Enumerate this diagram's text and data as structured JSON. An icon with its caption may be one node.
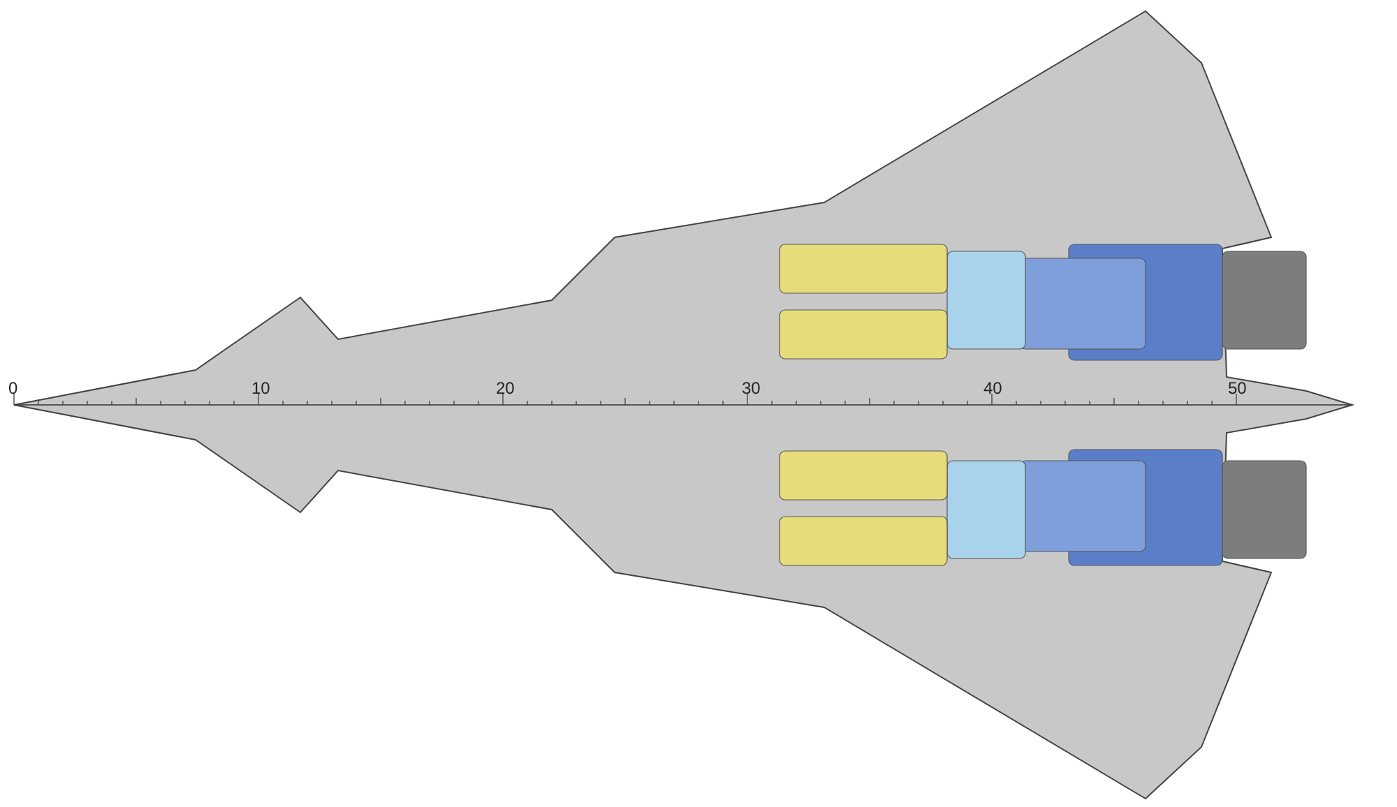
{
  "diagram": {
    "labels": [
      "0",
      "10",
      "20",
      "30",
      "40",
      "50"
    ]
  }
}
